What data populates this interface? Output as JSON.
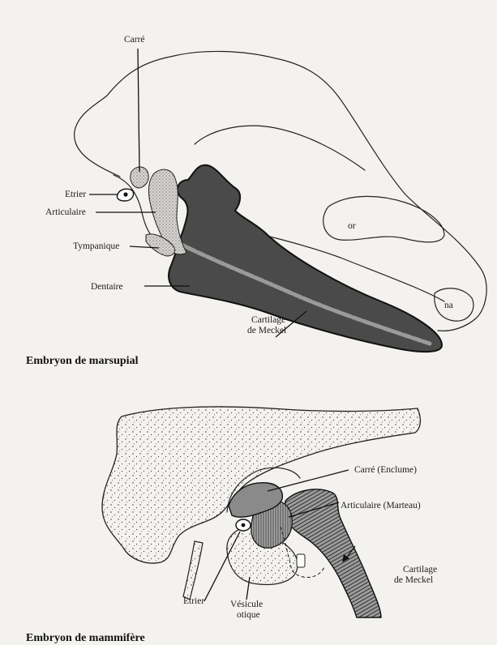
{
  "top_figure": {
    "caption": "Embryon de marsupial",
    "labels": {
      "carre": "Carré",
      "etrier": "Etrier",
      "articulaire": "Articulaire",
      "tympanique": "Tympanique",
      "dentaire": "Dentaire",
      "cartilage_line1": "Cartilage",
      "cartilage_line2": "de Meckel",
      "or": "or",
      "na": "na"
    }
  },
  "bottom_figure": {
    "caption": "Embryon de mammifère",
    "labels": {
      "carre_enclume": "Carré (Enclume)",
      "articulaire_marteau": "Articulaire (Marteau)",
      "cartilage_line1": "Cartilage",
      "cartilage_line2": "de Meckel",
      "etrier": "Etrier",
      "vesicule_line1": "Vésicule",
      "vesicule_line2": "otique"
    }
  },
  "colors": {
    "paper": "#f4f2ee",
    "dentary_fill": "#4a4a4a",
    "meckel_stripe": "#9a9a9a",
    "articular_fill": "#8a8a8a",
    "stipple_background": "#f4f2ee"
  }
}
